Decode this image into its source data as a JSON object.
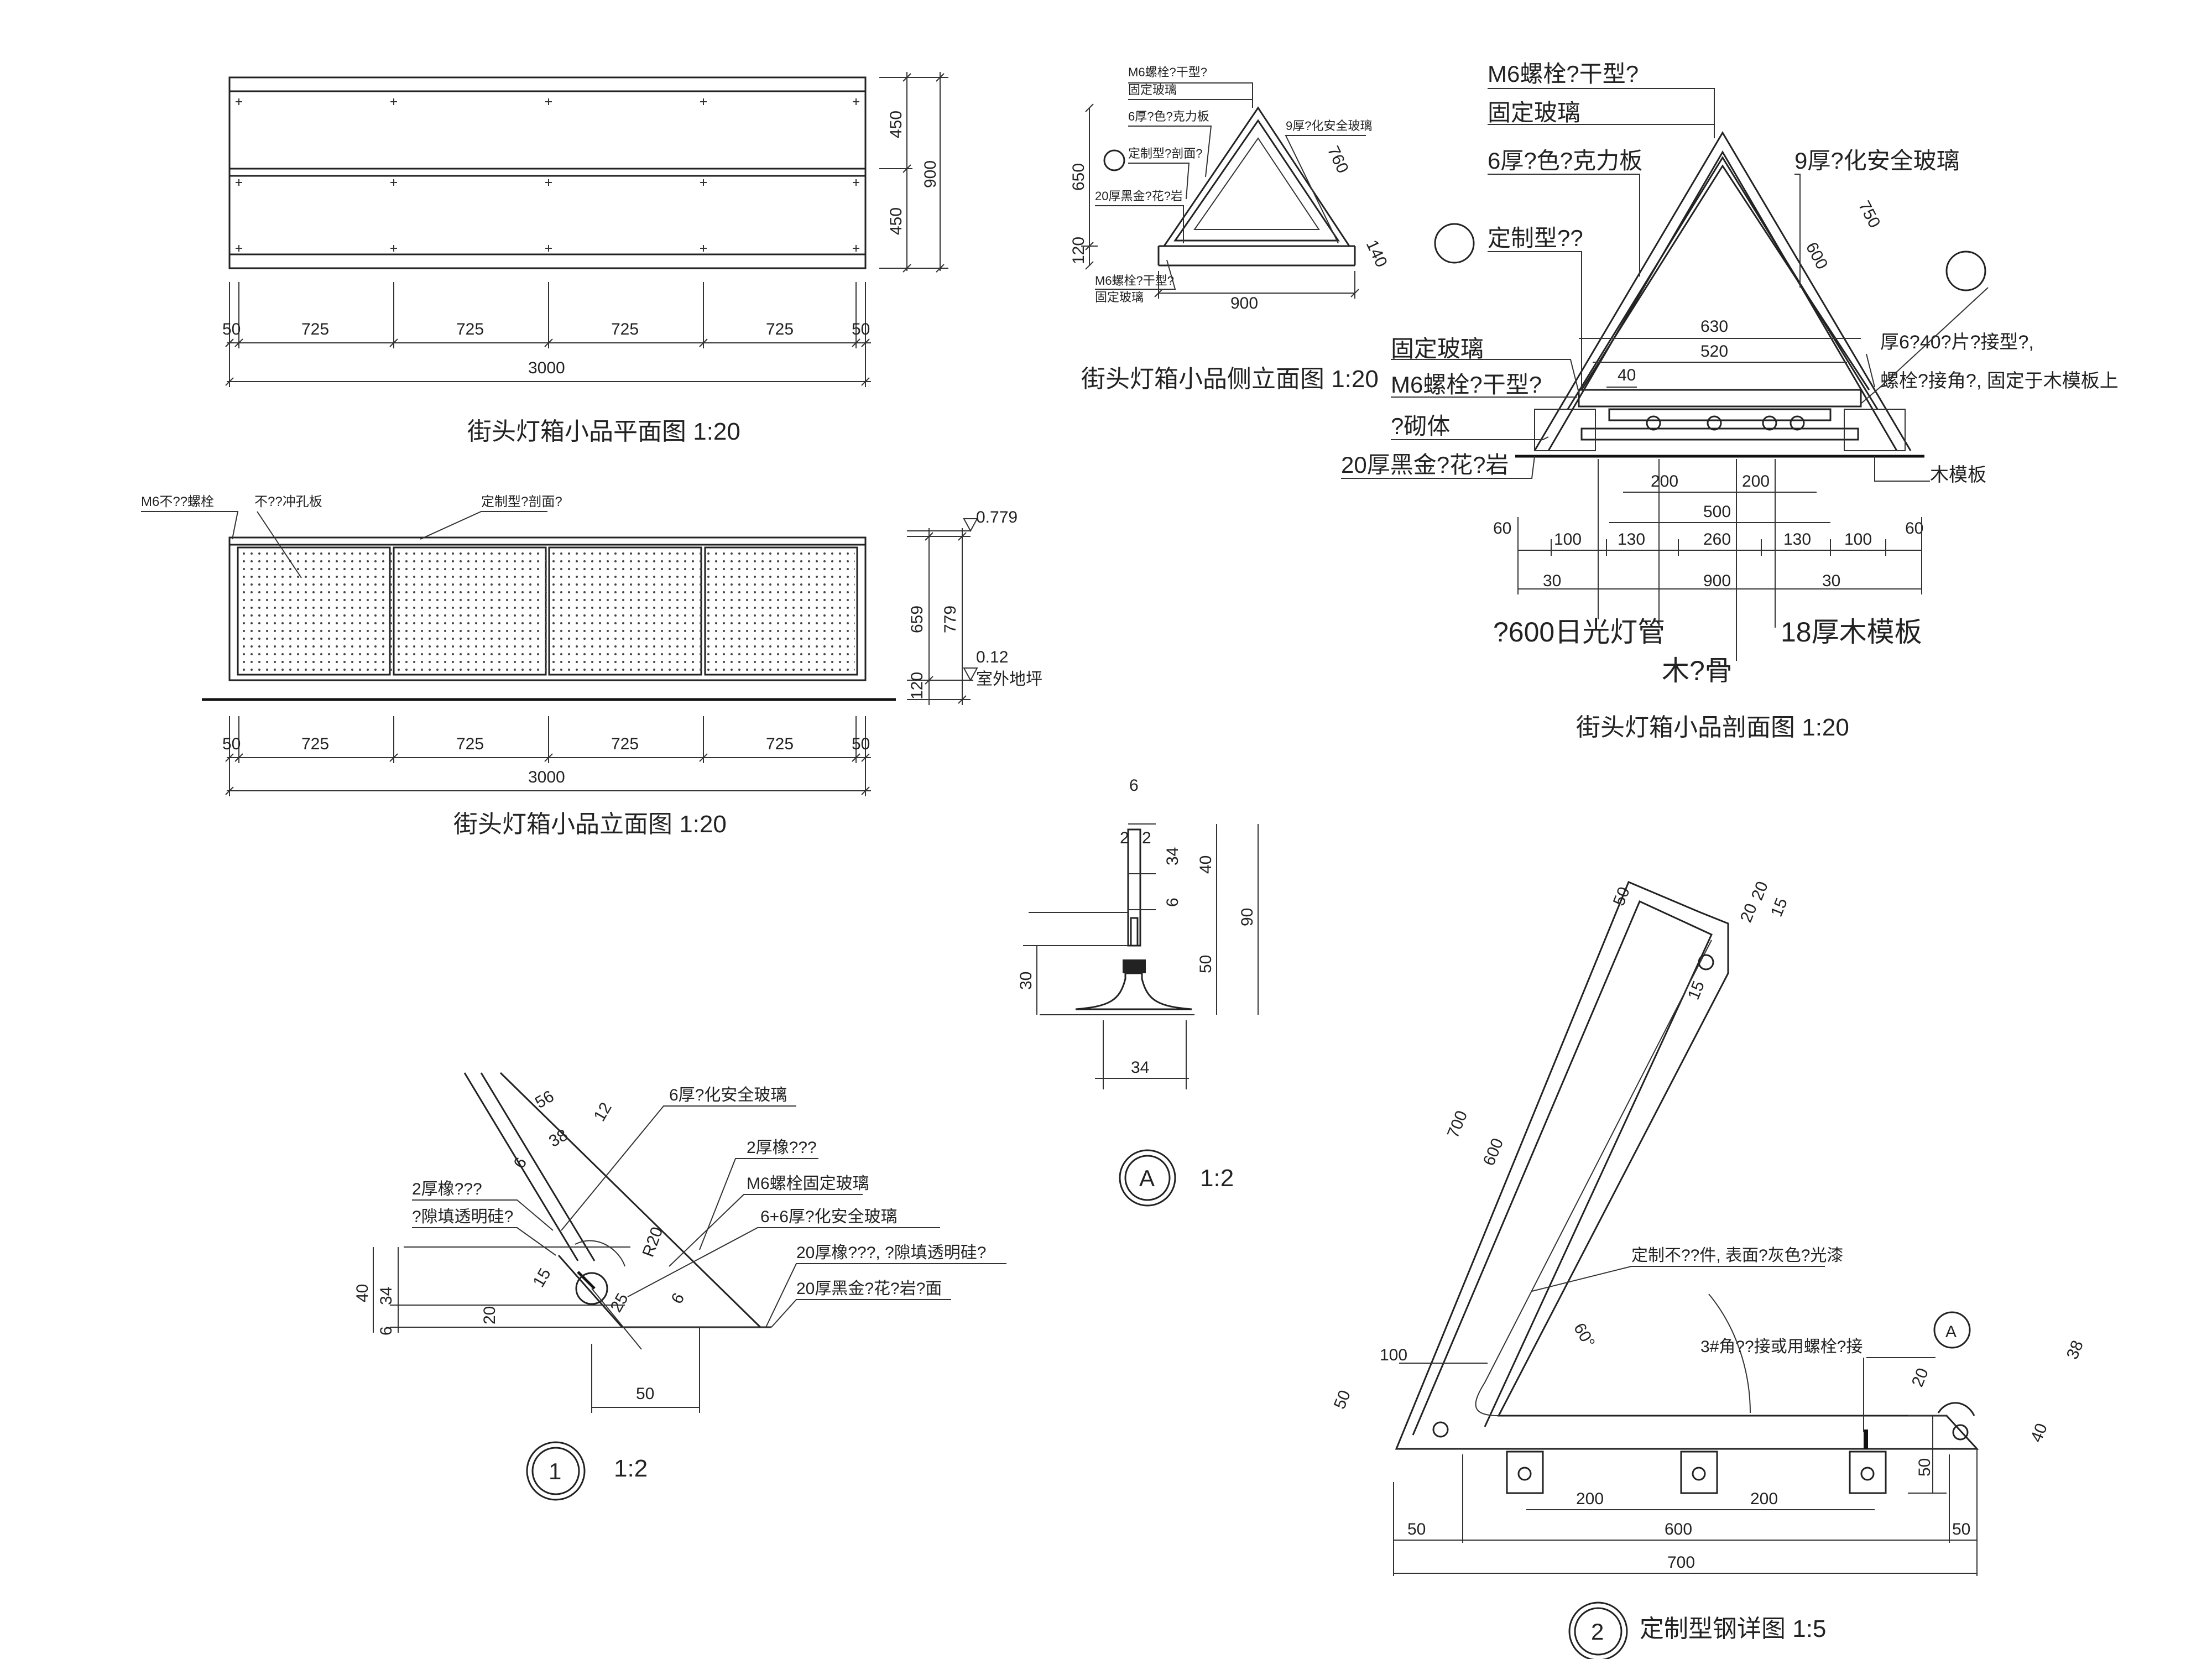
{
  "plan": {
    "title": "街头灯箱小品平面图  1:20",
    "dims_bottom": [
      "50",
      "725",
      "725",
      "725",
      "725",
      "50"
    ],
    "total": "3000",
    "dims_right": [
      "450",
      "450"
    ],
    "total_right": "900"
  },
  "elevation": {
    "title": "街头灯箱小品立面图  1:20",
    "labels": [
      "M6不??螺栓",
      "不??冲孔板",
      "定制型?剖面?"
    ],
    "levels": [
      "0.779",
      "0.12",
      "室外地坪"
    ],
    "dims_right": [
      "659",
      "779",
      "120"
    ],
    "dims_bottom": [
      "50",
      "725",
      "725",
      "725",
      "725",
      "50"
    ],
    "total": "3000"
  },
  "side": {
    "title": "街头灯箱小品侧立面图  1:20",
    "labels": [
      "M6螺栓?干型?",
      "固定玻璃",
      "6厚?色?克力板",
      "定制型?剖面?",
      "20厚黑金?花?岩",
      "M6螺栓?干型?",
      "固定玻璃",
      "9厚?化安全玻璃"
    ],
    "dims": [
      "650",
      "120",
      "760",
      "140",
      "900"
    ]
  },
  "section": {
    "title": "街头灯箱小品剖面图  1:20",
    "labels": [
      "M6螺栓?干型?",
      "固定玻璃",
      "6厚?色?克力板",
      "9厚?化安全玻璃",
      "定制型??",
      "固定玻璃",
      "M6螺栓?干型?",
      "?砌体",
      "20厚黑金?花?岩",
      "厚6?40?片?接型?,",
      "螺栓?接角?, 固定于木模板上",
      "木模板",
      "?600日光灯管",
      "18厚木模板",
      "木?骨"
    ],
    "dims": [
      "750",
      "600",
      "630",
      "520",
      "40",
      "200",
      "200",
      "500",
      "60",
      "100",
      "130",
      "260",
      "130",
      "100",
      "60",
      "30",
      "900",
      "30"
    ]
  },
  "detailA": {
    "title": "1:2",
    "tag": "A",
    "dims": [
      "6",
      "2",
      "2",
      "34",
      "6",
      "40",
      "90",
      "50",
      "30",
      "34"
    ]
  },
  "detail1": {
    "title": "1:2",
    "tag": "1",
    "labels": [
      "6厚?化安全玻璃",
      "2厚橡???",
      "M6螺栓固定玻璃",
      "6+6厚?化安全玻璃",
      "20厚橡???, ?隙填透明硅?",
      "20厚黑金?花?岩?面",
      "2厚橡???",
      "?隙填透明硅?"
    ],
    "dims": [
      "56",
      "12",
      "38",
      "6",
      "R20",
      "15",
      "25",
      "6",
      "40",
      "34",
      "6",
      "20",
      "50"
    ]
  },
  "detail2": {
    "title": "定制型钢详图  1:5",
    "tag": "2",
    "labels": [
      "定制不??件, 表面?灰色?光漆",
      "3#角??接或用螺栓?接",
      "A"
    ],
    "dims": [
      "50",
      "20",
      "20",
      "15",
      "15",
      "700",
      "600",
      "60°",
      "100",
      "50",
      "200",
      "200",
      "600",
      "50",
      "50",
      "700",
      "20",
      "38",
      "40",
      "50"
    ]
  }
}
